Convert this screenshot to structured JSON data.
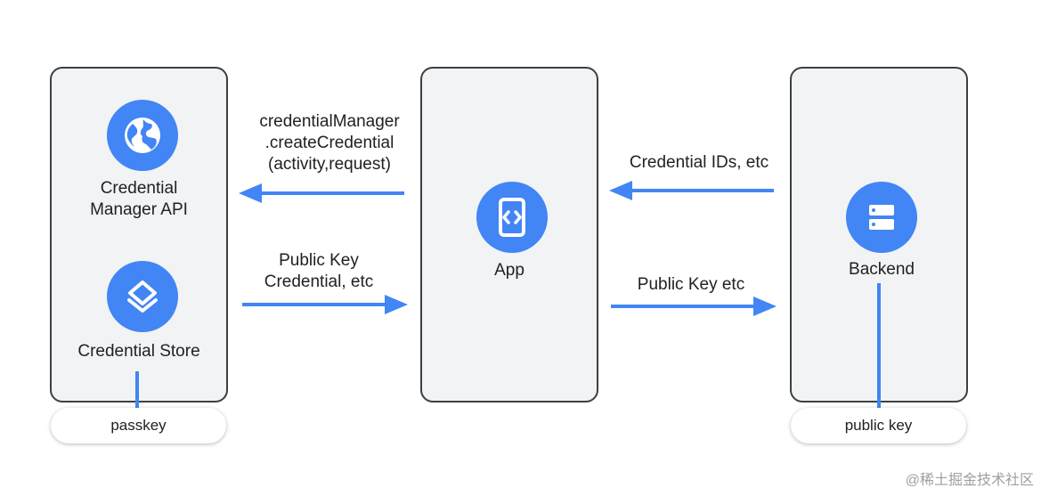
{
  "left": {
    "api_label_line1": "Credential",
    "api_label_line2": "Manager API",
    "store_label": "Credential Store",
    "pill": "passkey",
    "api_icon": "globe-icon",
    "store_icon": "layers-icon"
  },
  "center": {
    "label": "App",
    "icon": "phone-code-icon"
  },
  "right": {
    "label": "Backend",
    "pill": "public key",
    "icon": "server-icon"
  },
  "arrows": {
    "app_to_api_line1": "credentialManager",
    "app_to_api_line2": ".createCredential",
    "app_to_api_line3": "(activity,request)",
    "store_to_app_line1": "Public Key",
    "store_to_app_line2": "Credential, etc",
    "backend_to_app": "Credential IDs, etc",
    "app_to_backend": "Public Key etc"
  },
  "watermark": "@稀土掘金技术社区",
  "colors": {
    "accent": "#4285f4",
    "panel": "#f1f3f4",
    "border": "#3c4043"
  }
}
